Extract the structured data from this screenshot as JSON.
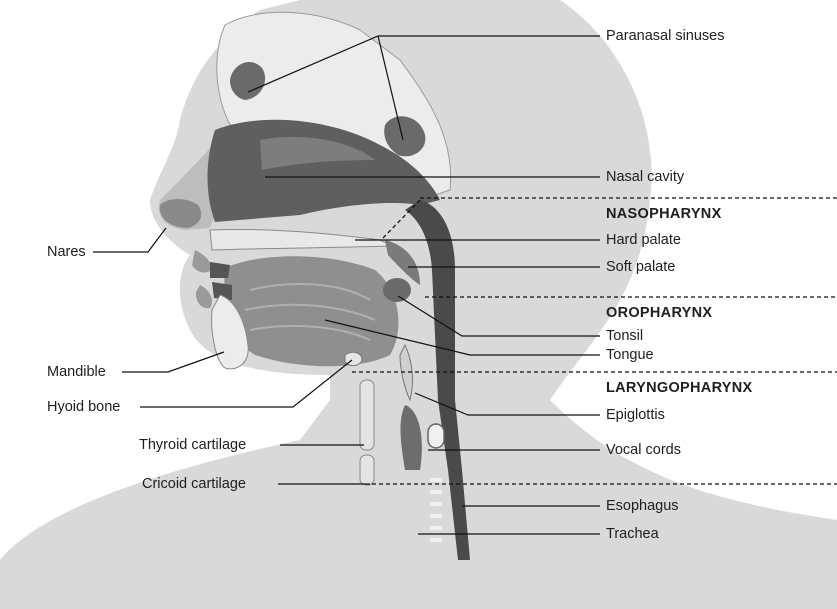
{
  "labels": {
    "paranasal_sinuses": "Paranasal sinuses",
    "nasal_cavity": "Nasal cavity",
    "hard_palate": "Hard palate",
    "soft_palate": "Soft palate",
    "tonsil": "Tonsil",
    "tongue": "Tongue",
    "epiglottis": "Epiglottis",
    "vocal_cords": "Vocal cords",
    "esophagus": "Esophagus",
    "trachea": "Trachea",
    "nares": "Nares",
    "mandible": "Mandible",
    "hyoid_bone": "Hyoid bone",
    "thyroid_cartilage": "Thyroid cartilage",
    "cricoid_cartilage": "Cricoid cartilage"
  },
  "regions": {
    "nasopharynx": "NASOPHARYNX",
    "oropharynx": "OROPHARYNX",
    "laryngopharynx": "LARYNGOPHARYNX"
  },
  "colors": {
    "background": "#ffffff",
    "skin": "#dadada",
    "bone": "#ededed",
    "cavity": "#5c5c5c",
    "tissue": "#8e8e8e",
    "leader": "#111111"
  }
}
